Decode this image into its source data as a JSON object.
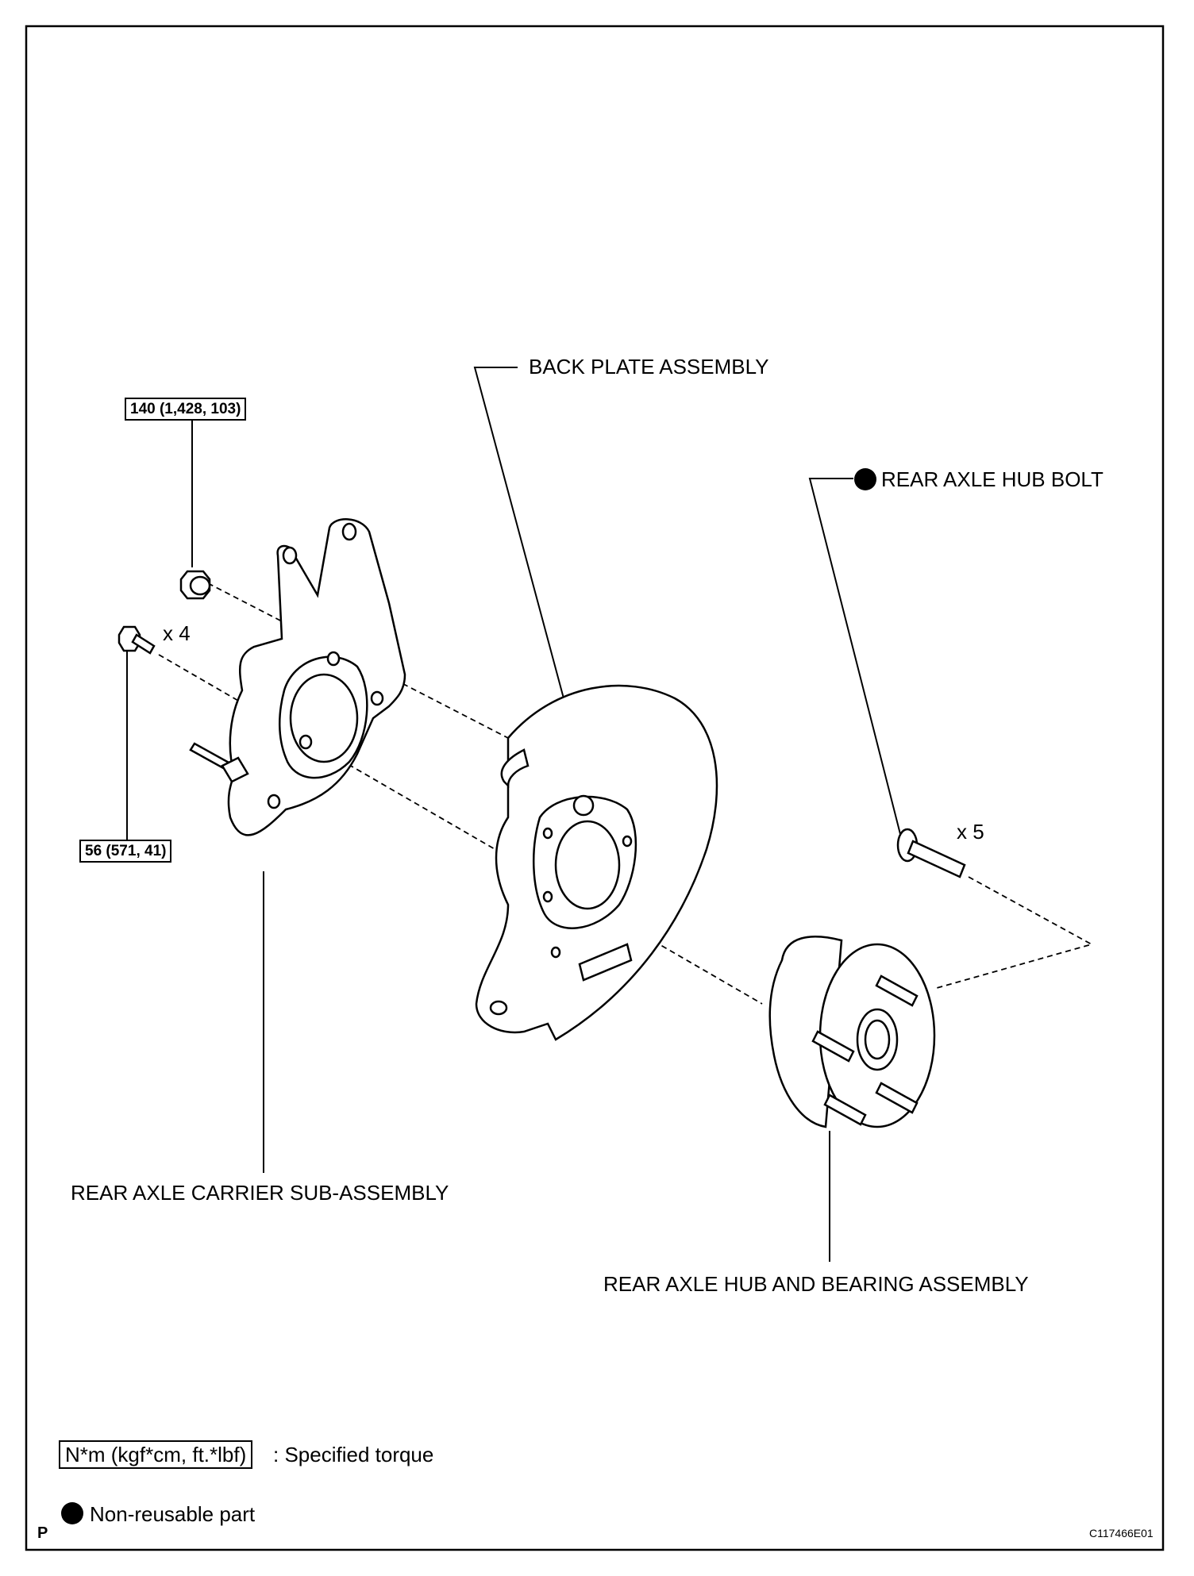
{
  "labels": {
    "back_plate": "BACK PLATE ASSEMBLY",
    "hub_bolt": "REAR AXLE HUB BOLT",
    "carrier": "REAR AXLE CARRIER SUB-ASSEMBLY",
    "hub_bearing": "REAR AXLE HUB AND BEARING ASSEMBLY"
  },
  "torque": {
    "nut": "140 (1,428, 103)",
    "bolt": "56 (571, 41)"
  },
  "quantities": {
    "bolts": "x 4",
    "hub_bolts": "x 5"
  },
  "legend": {
    "torque_box": "N*m (kgf*cm, ft.*lbf)",
    "torque_text": ": Specified torque",
    "non_reusable_text": "Non-reusable part"
  },
  "footer": {
    "left": "P",
    "right": "C117466E01"
  }
}
